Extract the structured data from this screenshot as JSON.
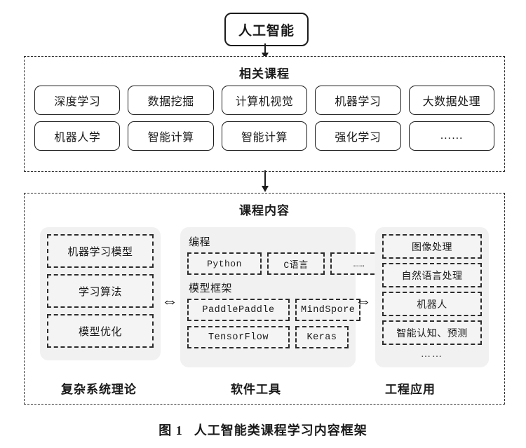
{
  "root": {
    "label": "人工智能"
  },
  "sections": {
    "courses": {
      "title": "相关课程",
      "rows": [
        [
          "深度学习",
          "数据挖掘",
          "计算机视觉",
          "机器学习",
          "大数据处理"
        ],
        [
          "机器人学",
          "智能计算",
          "智能计算",
          "强化学习",
          "……"
        ]
      ]
    },
    "content": {
      "title": "课程内容",
      "panels": {
        "left": {
          "label": "复杂系统理论",
          "items": [
            "机器学习模型",
            "学习算法",
            "模型优化"
          ]
        },
        "middle": {
          "label": "软件工具",
          "groups": [
            {
              "label": "编程",
              "items": [
                "Python",
                "C语言",
                "……"
              ]
            },
            {
              "label": "模型框架",
              "items": [
                "PaddlePaddle",
                "MindSpore",
                "TensorFlow",
                "Keras"
              ]
            }
          ]
        },
        "right": {
          "label": "工程应用",
          "items": [
            "图像处理",
            "自然语言处理",
            "机器人",
            "智能认知、预测"
          ],
          "more": "……"
        }
      },
      "arrows": {
        "left_to_middle": "⇔",
        "middle_to_right": "⇔"
      }
    }
  },
  "caption": {
    "number": "图 1",
    "text": "人工智能类课程学习内容框架"
  },
  "colors": {
    "stroke": "#1c1c1c",
    "panel_bg": "#f1f1f1",
    "item_bg": "#f4f4f4",
    "page_bg": "#ffffff"
  }
}
